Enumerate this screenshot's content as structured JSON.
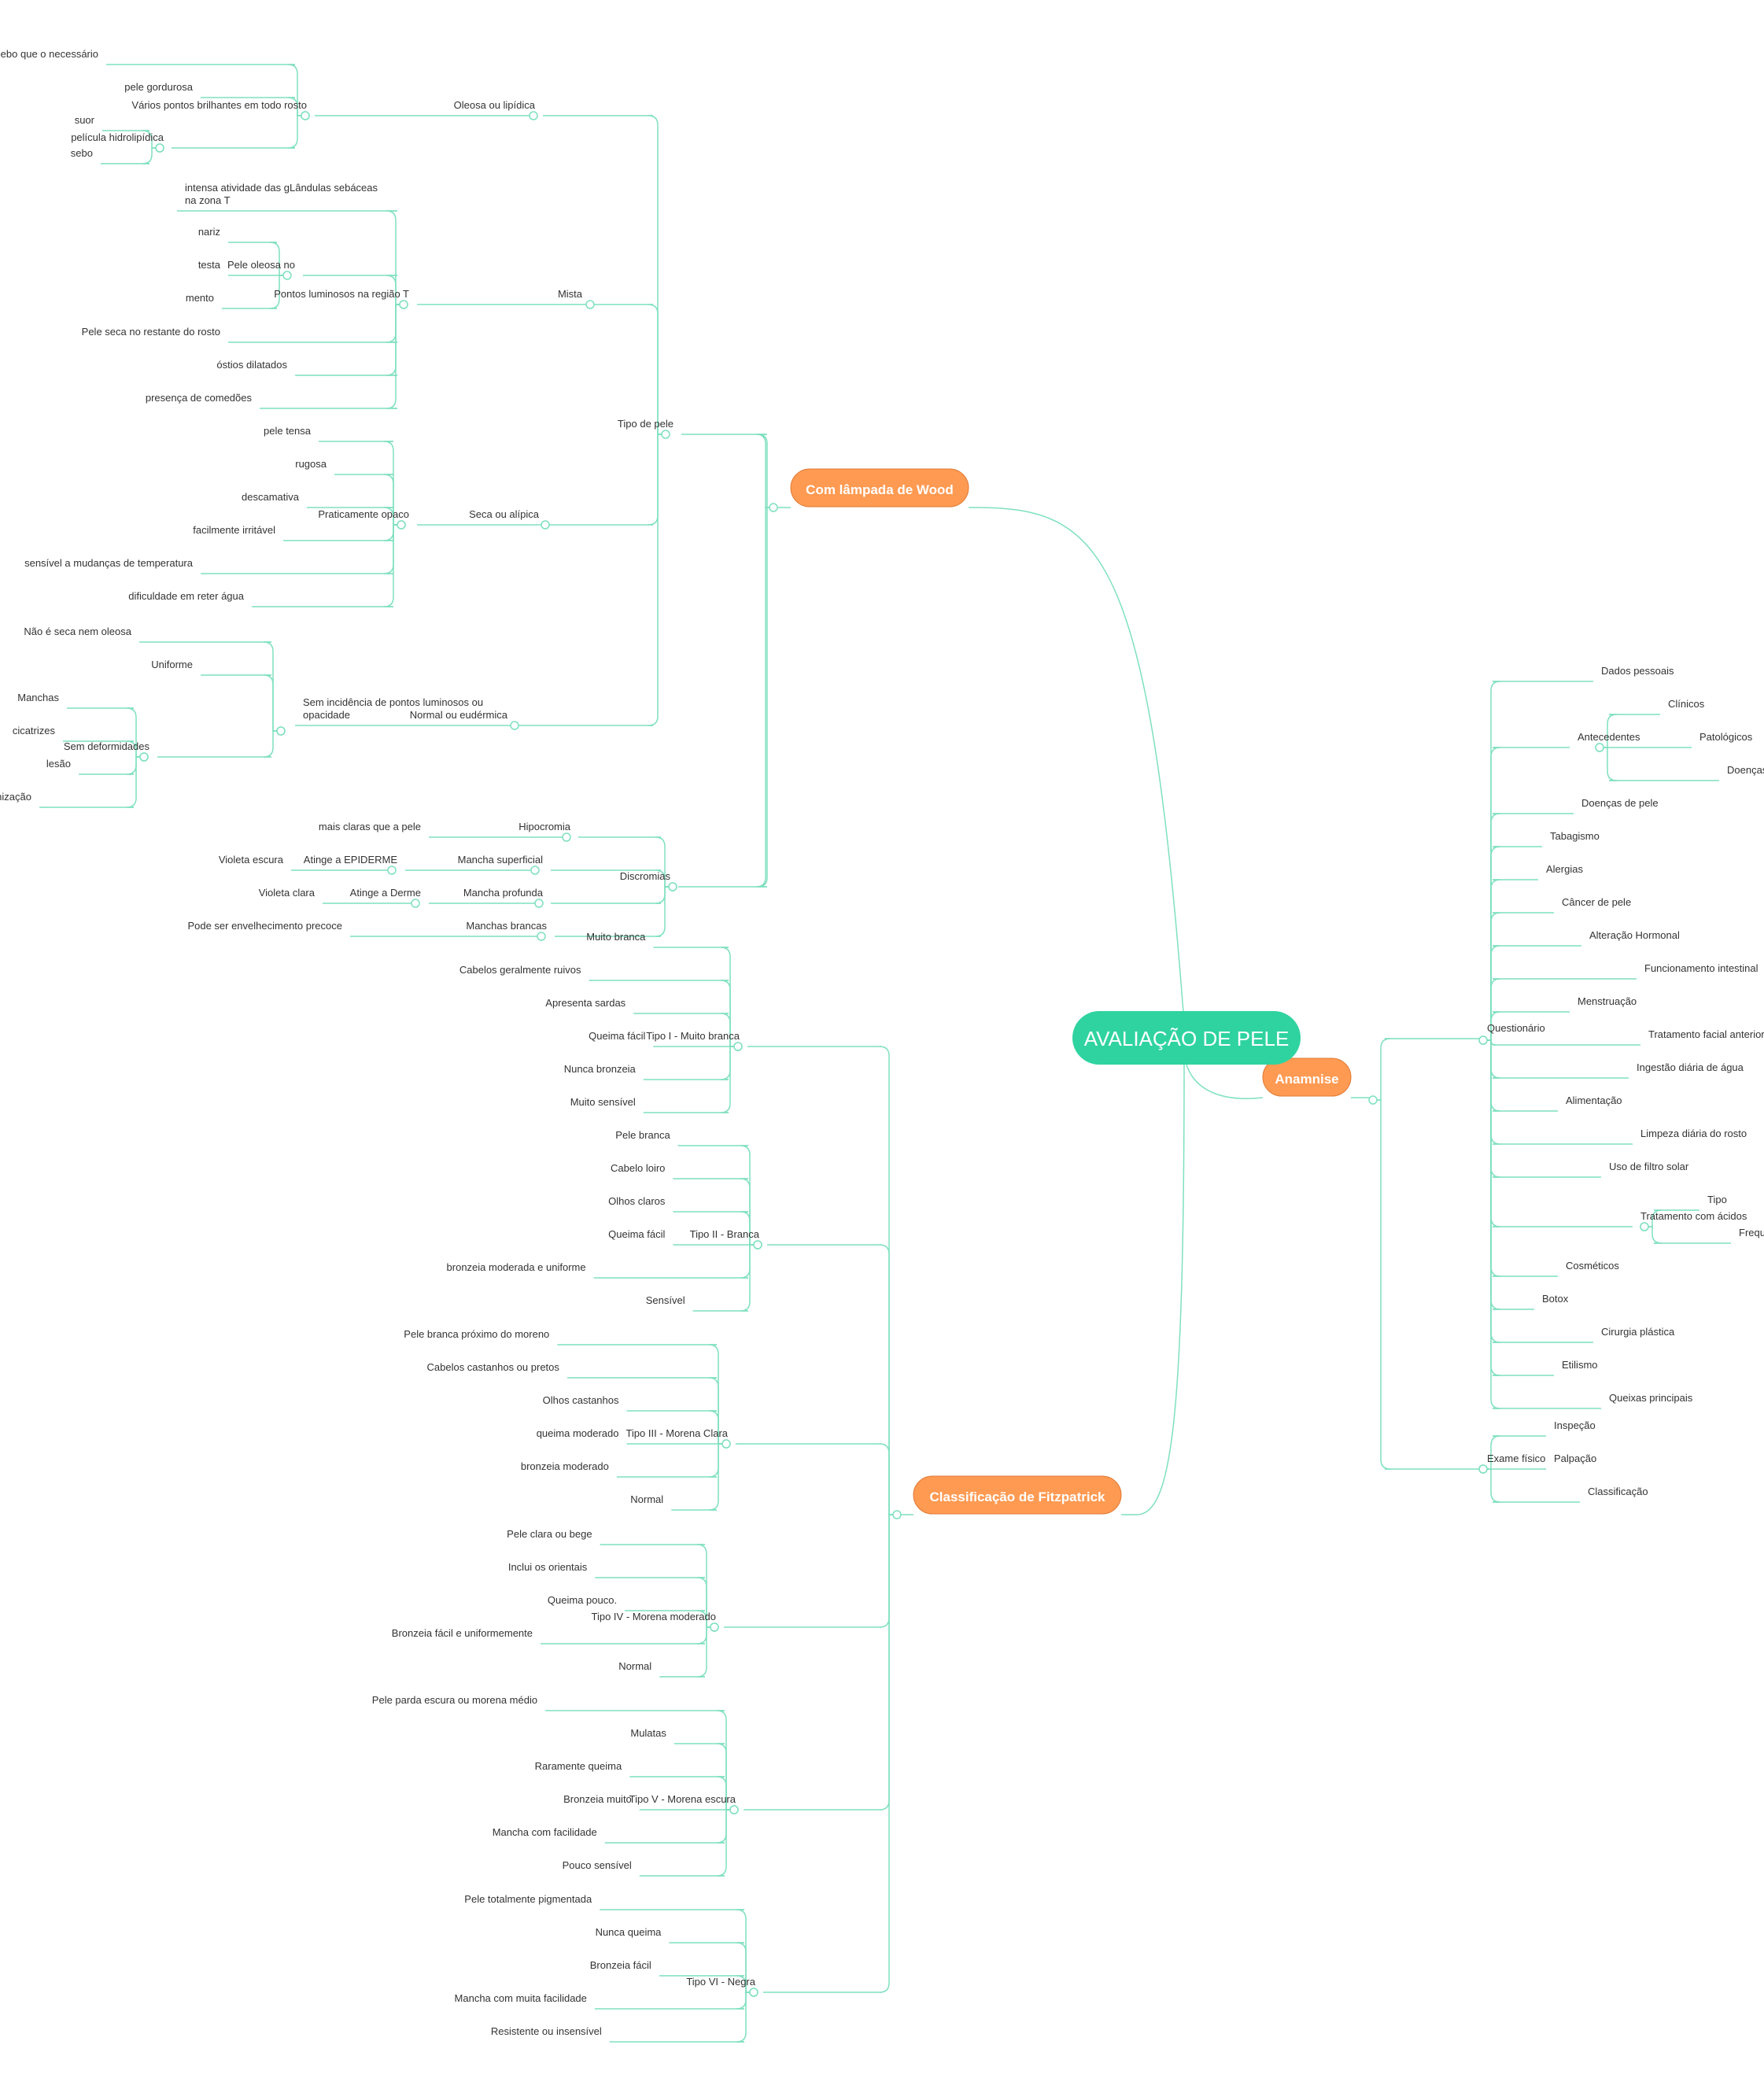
{
  "colors": {
    "line": "#7fe0bf",
    "root": "#2fd3a0",
    "main": "#ff9a52",
    "text": "#333333"
  },
  "root": "AVALIAÇÃO DE PELE",
  "wood": {
    "title": "Com lâmpada de Wood",
    "tipo": {
      "label": "Tipo de pele",
      "oleosa": {
        "label": "Oleosa ou lipídica",
        "pontos": "Vários pontos brilhantes em todo rosto",
        "produz": "produz mais sebo que o necessário",
        "gordurosa": "pele gordurosa",
        "pelicula": "película hidrolipídica",
        "suor": "suor",
        "sebo": "sebo"
      },
      "mista": {
        "label": "Mista",
        "regiao": "Pontos luminosos na região T",
        "atividade1": "intensa atividade das gLândulas sebáceas",
        "atividade2": "na zona T",
        "oleosa_no": "Pele oleosa no",
        "nariz": "nariz",
        "testa": "testa",
        "mento": "mento",
        "seca_restante": "Pele seca no restante do rosto",
        "ostios": "óstios dilatados",
        "comedoes": "presença de comedões"
      },
      "seca": {
        "label": "Seca ou alípica",
        "opaco": "Praticamente opaco",
        "tensa": "pele tensa",
        "rugosa": "rugosa",
        "descamativa": "descamativa",
        "irritavel": "facilmente irritável",
        "sensivel": "sensível a mudanças de temperatura",
        "dificuldade": "dificuldade em reter água"
      },
      "normal": {
        "label": "Normal ou eudérmica",
        "sem1": "Sem incidência de pontos luminosos ou",
        "sem2": "opacidade",
        "nao_seca": "Não é seca nem oleosa",
        "uniforme": "Uniforme",
        "sem_deform": "Sem deformidades",
        "manchas": "Manchas",
        "cicatrizes": "cicatrizes",
        "lesao": "lesão",
        "queratinizacao": "Queratinização"
      }
    },
    "discromias": {
      "label": "Discromias",
      "hipocromia": "Hipocromia",
      "mais_claras": "mais claras que a pele",
      "superficial": "Mancha superficial",
      "atinge_epi": "Atinge a EPIDERME",
      "violeta_escura": "Violeta escura",
      "profunda": "Mancha profunda",
      "atinge_derme": "Atinge a Derme",
      "violeta_clara": "Violeta clara",
      "brancas": "Manchas brancas",
      "envelhecimento": "Pode ser envelhecimento precoce"
    }
  },
  "fitz": {
    "title": "Classificação de Fitzpatrick",
    "t1": {
      "label": "Tipo I - Muito branca",
      "items": [
        "Muito branca",
        "Cabelos geralmente ruivos",
        "Apresenta sardas",
        "Queima fácil",
        "Nunca bronzeia",
        "Muito sensível"
      ]
    },
    "t2": {
      "label": "Tipo II - Branca",
      "items": [
        "Pele branca",
        "Cabelo loiro",
        "Olhos claros",
        "Queima fácil",
        "bronzeia moderada e uniforme",
        "Sensível"
      ]
    },
    "t3": {
      "label": "Tipo III - Morena Clara",
      "items": [
        "Pele branca próximo do moreno",
        "Cabelos castanhos ou pretos",
        "Olhos castanhos",
        "queima moderado",
        "bronzeia moderado",
        "Normal"
      ]
    },
    "t4": {
      "label": "Tipo IV - Morena moderado",
      "items": [
        "Pele clara ou bege",
        "Inclui os orientais",
        "Queima pouco.",
        "Bronzeia fácil e uniformemente",
        "Normal"
      ]
    },
    "t5": {
      "label": "Tipo V - Morena escura",
      "items": [
        "Pele parda escura ou morena médio",
        "Mulatas",
        "Raramente queima",
        "Bronzeia muito",
        "Mancha com facilidade",
        "Pouco sensível"
      ]
    },
    "t6": {
      "label": "Tipo VI - Negra",
      "items": [
        "Pele totalmente pigmentada",
        "Nunca queima",
        "Bronzeia fácil",
        "Mancha com muita facilidade",
        "Resistente ou insensível"
      ]
    }
  },
  "anamnise": {
    "title": "Anamnise",
    "questionario": {
      "label": "Questionário",
      "dados": "Dados pessoais",
      "antecedentes": "Antecedentes",
      "clinicos": "Clínicos",
      "patologicos": "Patológicos",
      "doencas_cronicas": "Doenças crônicas",
      "doencas_pele": "Doenças de pele",
      "tabagismo": "Tabagismo",
      "alergias": "Alergias",
      "cancer": "Câncer de pele",
      "hormonal": "Alteração Hormonal",
      "intestinal": "Funcionamento intestinal",
      "menstruacao": "Menstruação",
      "tratamento_facial": "Tratamento facial anterior",
      "agua": "Ingestão diária de água",
      "alimentacao": "Alimentação",
      "limpeza": "Limpeza diária do rosto",
      "filtro": "Uso de filtro solar",
      "acidos": "Tratamento com ácidos",
      "tipo": "Tipo",
      "frequencia": "Frequência",
      "cosmeticos": "Cosméticos",
      "botox": "Botox",
      "cirurgia": "Cirurgia plástica",
      "etilismo": "Etilismo",
      "queixas": "Queixas principais"
    },
    "exame": {
      "label": "Exame físico",
      "inspecao": "Inspeção",
      "palpacao": "Palpação",
      "classificacao": "Classificação"
    }
  }
}
